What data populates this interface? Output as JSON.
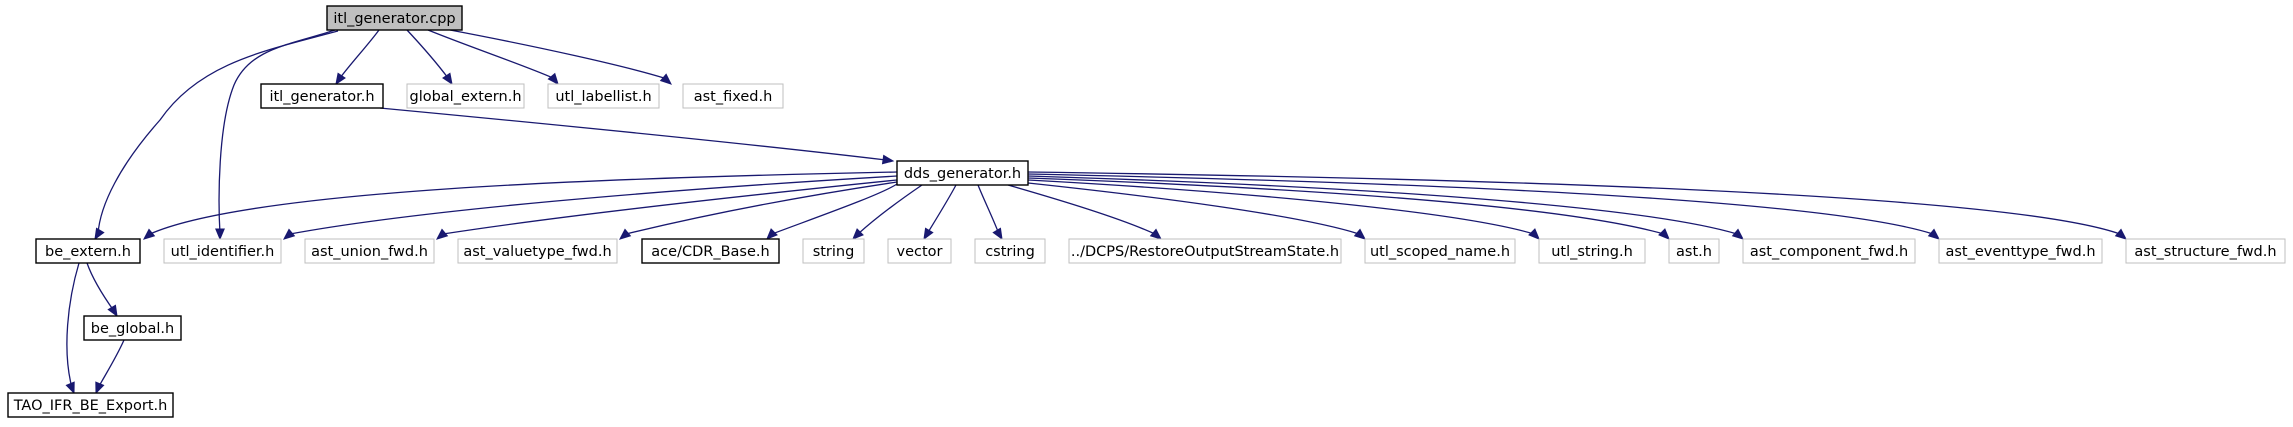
{
  "colors": {
    "edge": "#191970",
    "root_fill": "#bfbfbf",
    "documented_border": "#000000",
    "external_border": "#bfbfbf",
    "text": "#000000"
  },
  "nodes": [
    {
      "id": "itl_generator_cpp",
      "label": "itl_generator.cpp",
      "style": "root"
    },
    {
      "id": "be_extern_h",
      "label": "be_extern.h",
      "style": "documented"
    },
    {
      "id": "utl_identifier_h",
      "label": "utl_identifier.h",
      "style": "external"
    },
    {
      "id": "itl_generator_h",
      "label": "itl_generator.h",
      "style": "documented"
    },
    {
      "id": "global_extern_h",
      "label": "global_extern.h",
      "style": "external"
    },
    {
      "id": "utl_labellist_h",
      "label": "utl_labellist.h",
      "style": "external"
    },
    {
      "id": "ast_fixed_h",
      "label": "ast_fixed.h",
      "style": "external"
    },
    {
      "id": "dds_generator_h",
      "label": "dds_generator.h",
      "style": "documented"
    },
    {
      "id": "ast_union_fwd_h",
      "label": "ast_union_fwd.h",
      "style": "external"
    },
    {
      "id": "ast_valuetype_fwd_h",
      "label": "ast_valuetype_fwd.h",
      "style": "external"
    },
    {
      "id": "ace_cdr_base_h",
      "label": "ace/CDR_Base.h",
      "style": "documented"
    },
    {
      "id": "string",
      "label": "string",
      "style": "external"
    },
    {
      "id": "vector",
      "label": "vector",
      "style": "external"
    },
    {
      "id": "cstring",
      "label": "cstring",
      "style": "external"
    },
    {
      "id": "restore_output_stream_state_h",
      "label": "../DCPS/RestoreOutputStreamState.h",
      "style": "external"
    },
    {
      "id": "utl_scoped_name_h",
      "label": "utl_scoped_name.h",
      "style": "external"
    },
    {
      "id": "utl_string_h",
      "label": "utl_string.h",
      "style": "external"
    },
    {
      "id": "ast_h",
      "label": "ast.h",
      "style": "external"
    },
    {
      "id": "ast_component_fwd_h",
      "label": "ast_component_fwd.h",
      "style": "external"
    },
    {
      "id": "ast_eventtype_fwd_h",
      "label": "ast_eventtype_fwd.h",
      "style": "external"
    },
    {
      "id": "ast_structure_fwd_h",
      "label": "ast_structure_fwd.h",
      "style": "external"
    },
    {
      "id": "be_global_h",
      "label": "be_global.h",
      "style": "documented"
    },
    {
      "id": "tao_ifr_be_export_h",
      "label": "TAO_IFR_BE_Export.h",
      "style": "documented"
    }
  ],
  "edges": [
    {
      "from": "itl_generator_cpp",
      "to": "be_extern_h"
    },
    {
      "from": "itl_generator_cpp",
      "to": "utl_identifier_h"
    },
    {
      "from": "itl_generator_cpp",
      "to": "itl_generator_h"
    },
    {
      "from": "itl_generator_cpp",
      "to": "global_extern_h"
    },
    {
      "from": "itl_generator_cpp",
      "to": "utl_labellist_h"
    },
    {
      "from": "itl_generator_cpp",
      "to": "ast_fixed_h"
    },
    {
      "from": "itl_generator_h",
      "to": "dds_generator_h"
    },
    {
      "from": "dds_generator_h",
      "to": "be_extern_h"
    },
    {
      "from": "dds_generator_h",
      "to": "utl_identifier_h"
    },
    {
      "from": "dds_generator_h",
      "to": "ast_union_fwd_h"
    },
    {
      "from": "dds_generator_h",
      "to": "ast_valuetype_fwd_h"
    },
    {
      "from": "dds_generator_h",
      "to": "ace_cdr_base_h"
    },
    {
      "from": "dds_generator_h",
      "to": "string"
    },
    {
      "from": "dds_generator_h",
      "to": "vector"
    },
    {
      "from": "dds_generator_h",
      "to": "cstring"
    },
    {
      "from": "dds_generator_h",
      "to": "restore_output_stream_state_h"
    },
    {
      "from": "dds_generator_h",
      "to": "utl_scoped_name_h"
    },
    {
      "from": "dds_generator_h",
      "to": "utl_string_h"
    },
    {
      "from": "dds_generator_h",
      "to": "ast_h"
    },
    {
      "from": "dds_generator_h",
      "to": "ast_component_fwd_h"
    },
    {
      "from": "dds_generator_h",
      "to": "ast_eventtype_fwd_h"
    },
    {
      "from": "dds_generator_h",
      "to": "ast_structure_fwd_h"
    },
    {
      "from": "be_extern_h",
      "to": "be_global_h"
    },
    {
      "from": "be_extern_h",
      "to": "tao_ifr_be_export_h"
    },
    {
      "from": "be_global_h",
      "to": "tao_ifr_be_export_h"
    }
  ]
}
